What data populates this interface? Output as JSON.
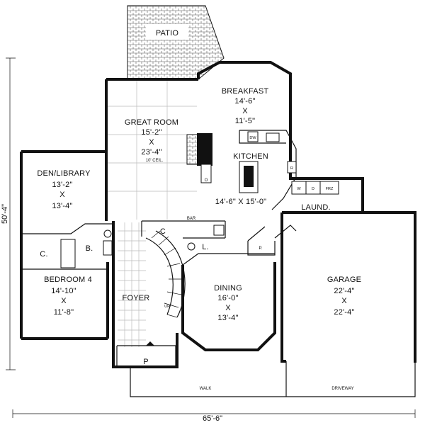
{
  "rooms": {
    "patio": {
      "name": "PATIO"
    },
    "breakfast": {
      "name": "BREAKFAST",
      "size_1": "14'-6\"",
      "size_x": "X",
      "size_2": "11'-5\""
    },
    "great_room": {
      "name": "GREAT ROOM",
      "size_1": "15'-2\"",
      "size_x": "X",
      "size_2": "23'-4\"",
      "note": "10' CEIL."
    },
    "kitchen": {
      "name": "KITCHEN",
      "size": "14'-6\" X 15'-0\""
    },
    "den": {
      "name": "DEN/LIBRARY",
      "size_1": "13'-2\"",
      "size_x": "X",
      "size_2": "13'-4\""
    },
    "bedroom4": {
      "name": "BEDROOM 4",
      "size_1": "14'-10\"",
      "size_x": "X",
      "size_2": "11'-8\""
    },
    "foyer": {
      "name": "FOYER"
    },
    "dining": {
      "name": "DINING",
      "size_1": "16'-0\"",
      "size_x": "X",
      "size_2": "13'-4\""
    },
    "garage": {
      "name": "GARAGE",
      "size_1": "22'-4\"",
      "size_x": "X",
      "size_2": "22'-4\""
    },
    "laundry": {
      "name": "LAUND."
    },
    "porch": {
      "name": "P"
    },
    "walk": {
      "name": "WALK"
    },
    "driveway": {
      "name": "DRIVEWAY"
    }
  },
  "small_labels": {
    "closet_c": "C.",
    "bath_b": "B.",
    "bar": "BAR",
    "coat_c": "C",
    "linen_l": "L.",
    "pantry_p": "P.",
    "dishwasher": "DW",
    "refrigerator": "R",
    "washer": "W",
    "dryer": "D",
    "freezer": "FRZ",
    "oven": "O",
    "stair_up": "UP"
  },
  "dimensions": {
    "depth": "50'-4\"",
    "width": "65'-6\""
  }
}
